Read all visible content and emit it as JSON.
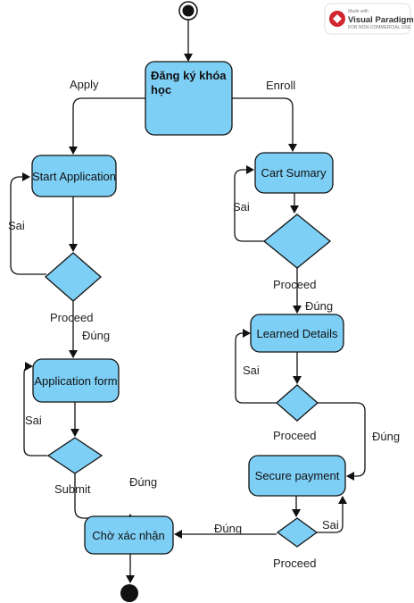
{
  "watermark": {
    "made_with": "Made with",
    "brand": "Visual Paradigm",
    "tagline": "FOR NON-COMMERCIAL USE",
    "brand_color": "#d0262e"
  },
  "colors": {
    "node_fill": "#7ecff5",
    "node_stroke": "#111111",
    "edge": "#111111"
  },
  "nodes": {
    "main": "Đăng ký khóa học",
    "main_line1": "Đăng ký khóa",
    "main_line2": "học",
    "start_application": "Start Application",
    "application_form": "Application form",
    "cho_xac_nhan": "Chờ xác nhận",
    "cart_summary": "Cart Sumary",
    "learned_details": "Learned Details",
    "secure_payment": "Secure payment"
  },
  "edges": {
    "apply": "Apply",
    "enroll": "Enroll",
    "sai_left_1": "Sai",
    "proceed_left_1": "Proceed",
    "dung_left_1": "Đúng",
    "sai_left_2": "Sai",
    "submit": "Submit",
    "dung_left_2": "Đúng",
    "sai_right_1": "Sai",
    "proceed_right_1": "Proceed",
    "dung_right_1": "Đúng",
    "sai_right_2": "Sai",
    "proceed_right_2": "Proceed",
    "dung_right_2": "Đúng",
    "sai_right_3": "Sai",
    "proceed_right_3": "Proceed",
    "dung_bottom": "Đúng"
  }
}
